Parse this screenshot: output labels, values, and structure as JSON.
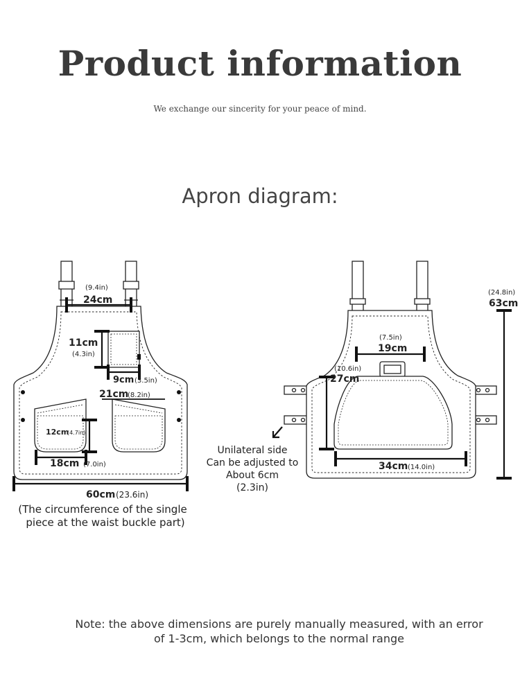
{
  "header": {
    "title": "Product information",
    "subtitle": "We exchange our sincerity for your peace of mind.",
    "section_title": "Apron diagram:"
  },
  "front": {
    "top_width_in": "(9.4in)",
    "top_width_cm": "24cm",
    "chest_pocket_height_cm": "11cm",
    "chest_pocket_height_in": "(4.3in)",
    "chest_pocket_width_cm": "9cm",
    "chest_pocket_width_in": "(3.5in)",
    "pocket_width_cm": "21cm",
    "pocket_width_in": "(8.2in)",
    "pocket_height_cm": "12cm",
    "pocket_height_in": "(4.7in)",
    "pocket_bottom_cm": "18cm",
    "pocket_bottom_in": "(7.0in)",
    "waist_cm": "60cm",
    "waist_in": "(23.6in)",
    "waist_note_line1": "(The circumference of the single",
    "waist_note_line2": "piece at the waist buckle part)"
  },
  "back": {
    "height_in": "(24.8in)",
    "height_cm": "63cm",
    "top_pocket_in": "(7.5in)",
    "top_pocket_cm": "19cm",
    "pocket_height_in": "(10.6in)",
    "pocket_height_cm": "27cm",
    "bottom_width_cm": "34cm",
    "bottom_width_in": "(14.0in)",
    "side_note_line1": "Unilateral side",
    "side_note_line2": "Can be adjusted to",
    "side_note_line3": "About 6cm",
    "side_note_line4": "(2.3in)"
  },
  "note": {
    "line1": "Note: the above dimensions are purely manually measured, with an error",
    "line2": "of 1-3cm, which belongs to the normal range"
  },
  "icons": [
    "arrow-down-left-icon"
  ]
}
